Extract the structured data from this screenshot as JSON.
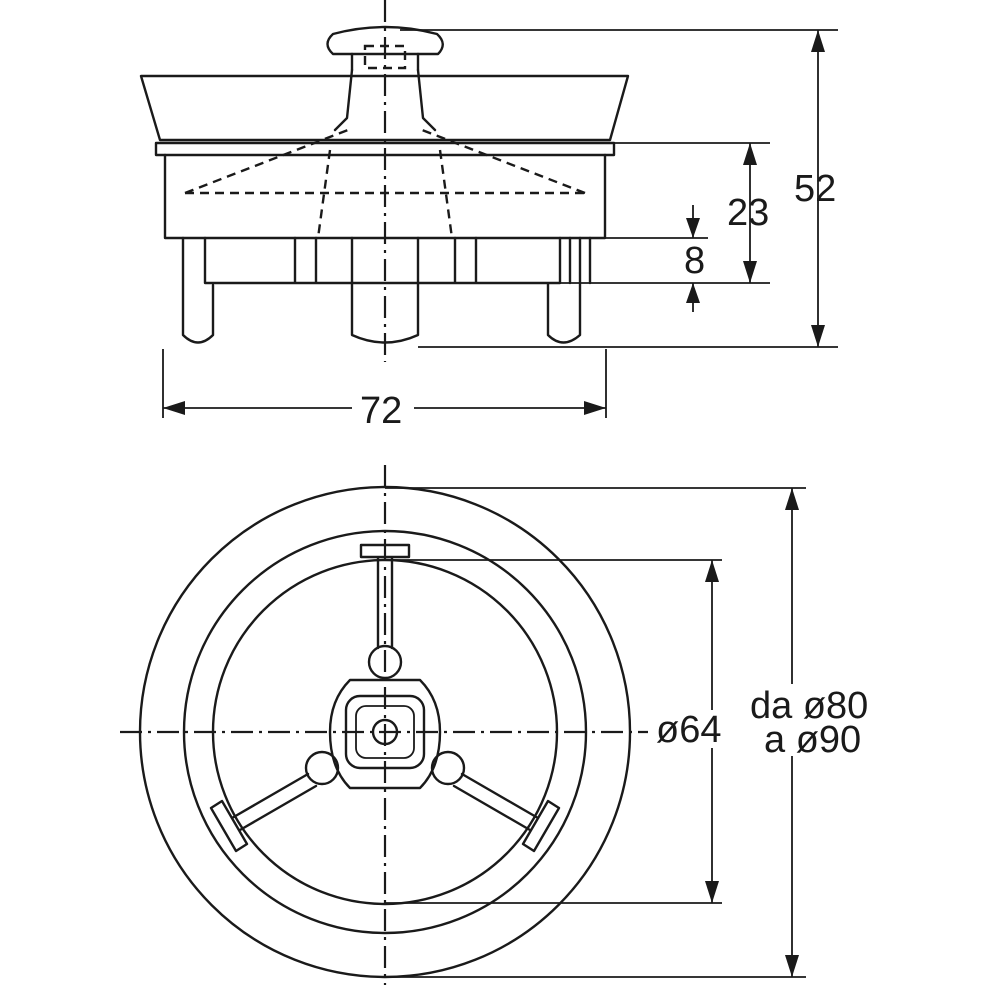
{
  "side_view": {
    "height_total": "52",
    "height_body": "23",
    "height_window": "8",
    "width": "72"
  },
  "top_view": {
    "inner_diameter": "ø64",
    "outer_range_line1": "da ø80",
    "outer_range_line2": "a ø90"
  },
  "colors": {
    "line": "#1a1a1a",
    "background": "#ffffff"
  }
}
